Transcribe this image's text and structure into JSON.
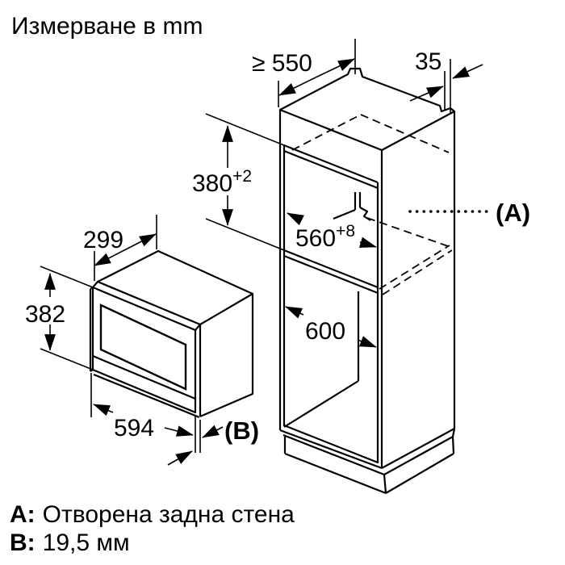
{
  "title": "Измерване в mm",
  "cabinet": {
    "depth_min": "≥ 550",
    "rear_top_gap": "35",
    "niche_height": {
      "base": "380",
      "tol": "+2"
    },
    "niche_width": {
      "base": "560",
      "tol": "+8"
    },
    "lower_compartment": "600",
    "rear_wall_marker": "(A)"
  },
  "microwave": {
    "depth": "299",
    "height": "382",
    "width": "594",
    "front_gap_marker": "(B)"
  },
  "legend": {
    "a_key": "A:",
    "a_value": "Отворена задна стена",
    "b_key": "B:",
    "b_value": "19,5 мм"
  }
}
